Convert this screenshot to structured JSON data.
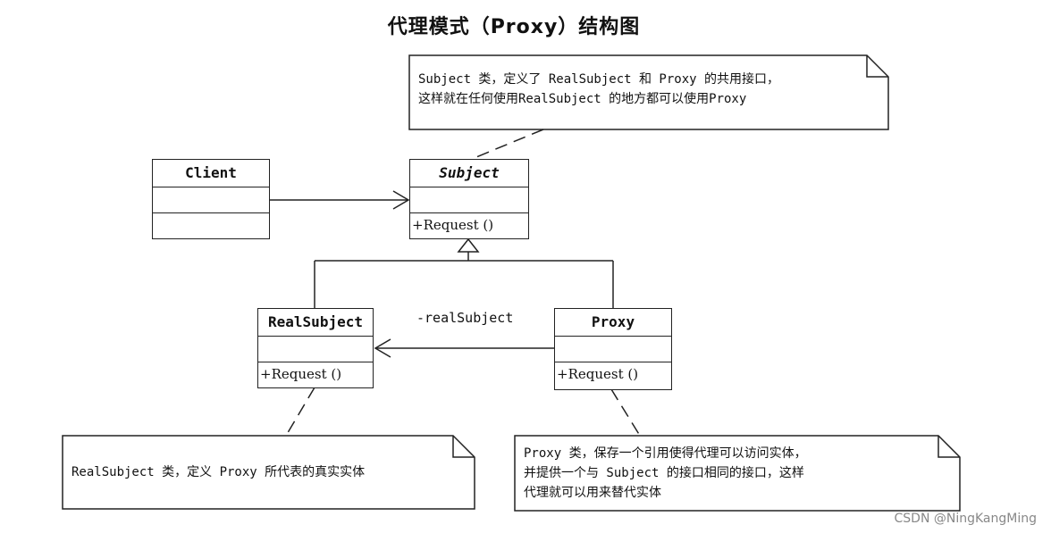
{
  "title": "代理模式（Proxy）结构图",
  "classes": {
    "client": {
      "name": "Client"
    },
    "subject": {
      "name": "Subject",
      "operation": "+Request ()"
    },
    "real_subject": {
      "name": "RealSubject",
      "operation": "+Request ()"
    },
    "proxy": {
      "name": "Proxy",
      "operation": "+Request ()"
    }
  },
  "association_label": "-realSubject",
  "notes": {
    "subject_note": {
      "line1": "Subject 类，定义了 RealSubject 和 Proxy 的共用接口，",
      "line2": "这样就在任何使用RealSubject 的地方都可以使用Proxy"
    },
    "real_subject_note": {
      "line1": "RealSubject 类，定义 Proxy 所代表的真实实体"
    },
    "proxy_note": {
      "line1": "Proxy 类，保存一个引用使得代理可以访问实体，",
      "line2": "并提供一个与 Subject 的接口相同的接口，这样",
      "line3": "代理就可以用来替代实体"
    }
  },
  "watermark": "CSDN @NingKangMing"
}
